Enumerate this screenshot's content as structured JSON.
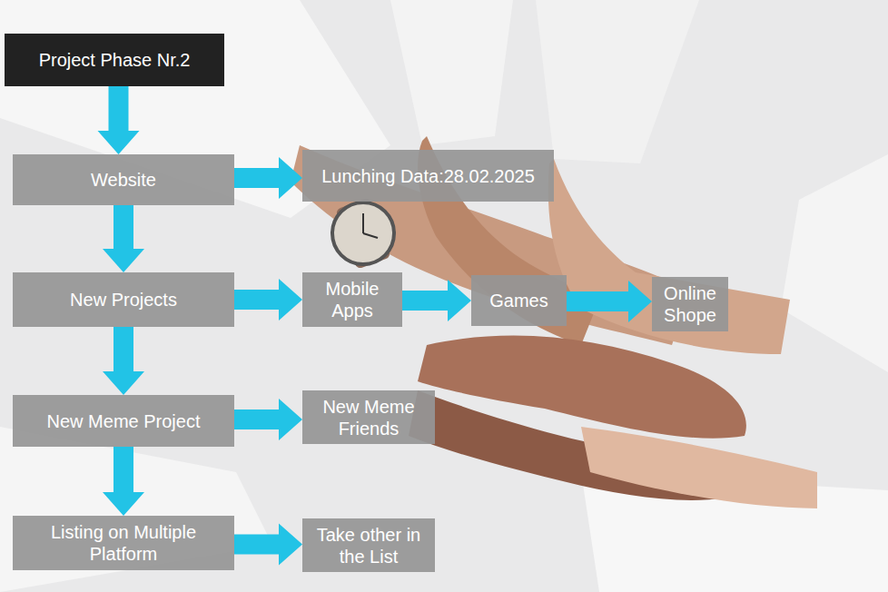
{
  "diagram": {
    "nodes": [
      {
        "text": [
          "Project Phase Nr.2"
        ]
      },
      {
        "text": [
          "Website"
        ]
      },
      {
        "text": [
          "Lunching Data:28.02.2025"
        ]
      },
      {
        "text": [
          "New Projects"
        ]
      },
      {
        "text": [
          "Mobile Apps"
        ]
      },
      {
        "text": [
          "Games"
        ]
      },
      {
        "text": [
          "Online Shope"
        ]
      },
      {
        "text": [
          "New Meme Project"
        ]
      },
      {
        "text": [
          "New Meme Friends"
        ]
      },
      {
        "text": [
          "Listing on Multiple Platform"
        ]
      },
      {
        "text": [
          "Take other in the List"
        ]
      }
    ],
    "edges": [
      {
        "from": 0,
        "to": 1,
        "arrow": "to"
      },
      {
        "from": 1,
        "to": 2,
        "arrow": "to"
      },
      {
        "from": 1,
        "to": 3,
        "arrow": "to"
      },
      {
        "from": 3,
        "to": 4,
        "arrow": "to"
      },
      {
        "from": 4,
        "to": 5,
        "arrow": "to"
      },
      {
        "from": 5,
        "to": 6,
        "arrow": "to"
      },
      {
        "from": 3,
        "to": 7,
        "arrow": "to"
      },
      {
        "from": 7,
        "to": 8,
        "arrow": "to"
      },
      {
        "from": 7,
        "to": 9,
        "arrow": "to"
      },
      {
        "from": 9,
        "to": 10,
        "arrow": "to"
      }
    ]
  }
}
